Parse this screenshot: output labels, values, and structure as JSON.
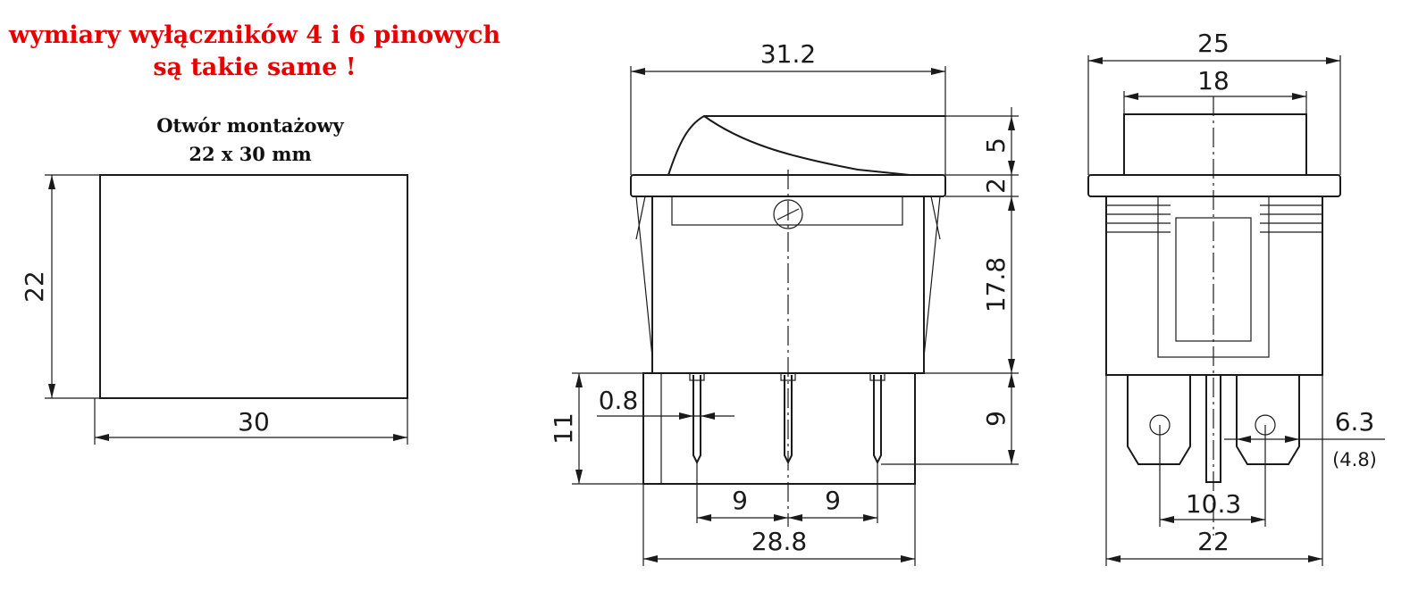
{
  "notes": {
    "red_line1": "wymiary wyłączników 4 i 6 pinowych",
    "red_line2": "są takie same !",
    "hole_title": "Otwór montażowy",
    "hole_size": "22 x 30 mm"
  },
  "mounting_hole": {
    "height_label": "22",
    "width_label": "30"
  },
  "front_view": {
    "overall_width": "31.2",
    "rocker_height": "5",
    "flange_thickness": "2",
    "body_height": "17.8",
    "pin_length": "9",
    "pin_thickness": "0.8",
    "pin_block_height": "11",
    "pin_pitch_left": "9",
    "pin_pitch_right": "9",
    "body_width": "28.8"
  },
  "side_view": {
    "overall_width": "25",
    "rocker_width": "18",
    "terminal_width": "6.3",
    "terminal_width_alt": "(4.8)",
    "terminal_spacing": "10.3",
    "body_width": "22"
  },
  "colors": {
    "note_red": "#e60000",
    "line": "#1a1a1a"
  }
}
